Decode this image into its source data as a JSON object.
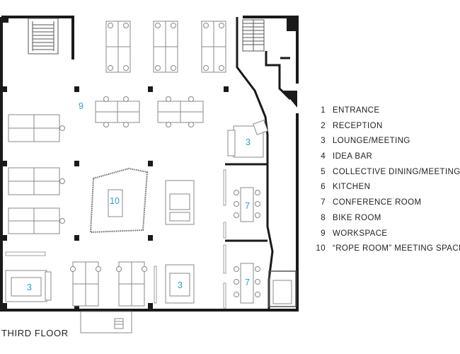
{
  "floor_label": "THIRD FLOOR",
  "legend": [
    {
      "number": "1",
      "label": "ENTRANCE"
    },
    {
      "number": "2",
      "label": "RECEPTION"
    },
    {
      "number": "3",
      "label": "LOUNGE/MEETING"
    },
    {
      "number": "4",
      "label": "IDEA BAR"
    },
    {
      "number": "5",
      "label": "COLLECTIVE DINING/MEETING"
    },
    {
      "number": "6",
      "label": "KITCHEN"
    },
    {
      "number": "7",
      "label": "CONFERENCE ROOM"
    },
    {
      "number": "8",
      "label": "BIKE ROOM"
    },
    {
      "number": "9",
      "label": "WORKSPACE"
    },
    {
      "number": "10",
      "label": "“ROPE ROOM” MEETING SPACE"
    }
  ],
  "room_labels": {
    "workspace": "9",
    "rope_room": "10",
    "lounge_upper": "3",
    "lounge_lower_left": "3",
    "lounge_lower_center": "3",
    "conference_upper": "7",
    "conference_lower": "7"
  },
  "colors": {
    "wall": "#1a1a1a",
    "furniture": "#888888",
    "room_number": "#2a9fd0",
    "text": "#222222"
  }
}
